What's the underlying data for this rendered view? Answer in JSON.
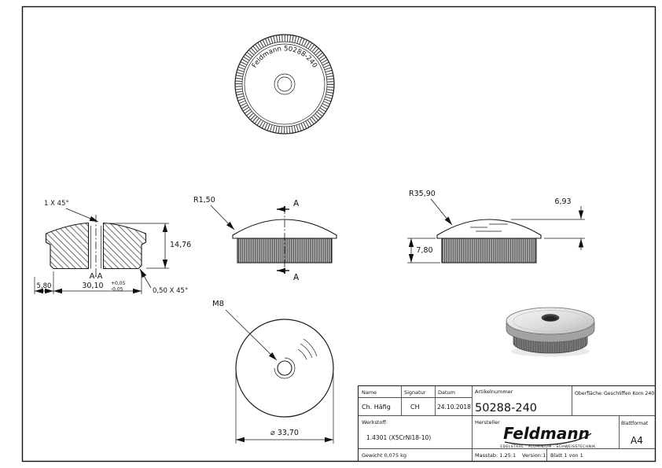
{
  "colors": {
    "line": "#1a1a1a",
    "background": "#ffffff"
  },
  "top_view": {
    "stamp_text": "Feldmann 50288-240"
  },
  "section_view": {
    "label": "A-A",
    "chamfer_top": "1 X 45°",
    "total_height": "14,76",
    "dim_left": "5,80",
    "dim_width": "30,10",
    "tol_plus": "+0,05",
    "tol_minus": "-0,05",
    "chamfer_bottom": "0,50 X 45°"
  },
  "front_view": {
    "radius": "R1,50",
    "section_label": "A"
  },
  "side_view": {
    "radius": "R35,90",
    "cap_height": "6,93",
    "knurl_height": "7,80"
  },
  "bottom_view": {
    "thread": "M8",
    "diameter": "⌀ 33,70"
  },
  "title_block": {
    "headers": {
      "name": "Name",
      "signatur": "Signatur",
      "datum": "Datum",
      "artikelnummer": "Artikelnummer",
      "oberflaeche": "Oberfläche:",
      "werkstoff": "Werkstoff:",
      "hersteller": "Hersteller",
      "blattformat": "Blattformat"
    },
    "name": "Ch. Häfig",
    "signatur": "CH",
    "datum": "24.10.2018",
    "artikelnummer": "50288-240",
    "oberflaeche_value": "Geschliffen Korn 240",
    "werkstoff_value": "1.4301 (X5CrNi18-10)",
    "blattformat_value": "A4",
    "gewicht": "Gewicht 0,075 kg",
    "masstab": "Masstab: 1.25:1",
    "version": "Version:1",
    "blatt": "Blatt 1 von 1",
    "logo": {
      "name": "Feldmann",
      "subtitle": "EDELSTAHL · ALUMINIUM · SCHWEISSTECHNIK"
    }
  }
}
